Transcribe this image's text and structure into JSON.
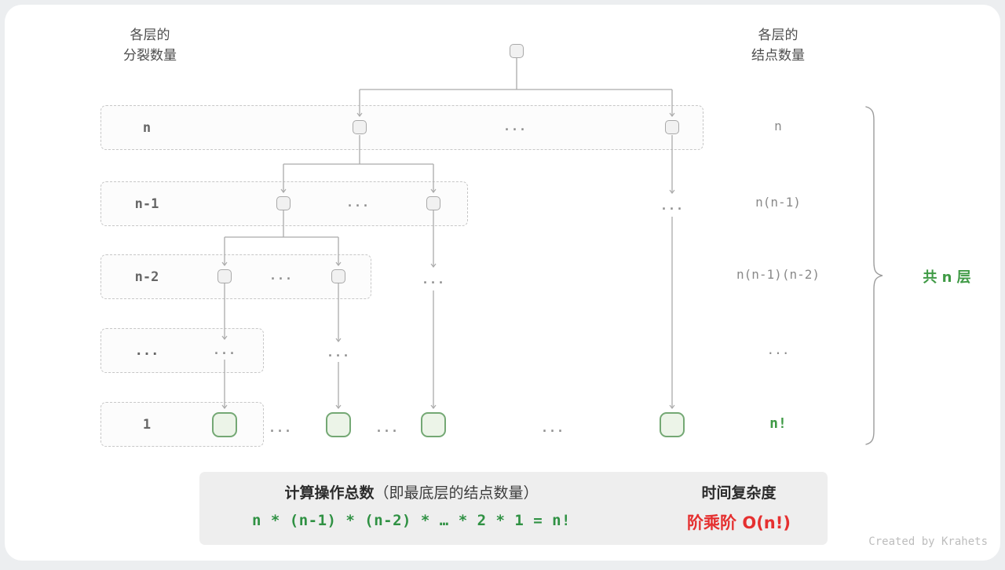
{
  "header": {
    "left_title_line1": "各层的",
    "left_title_line2": "分裂数量",
    "right_title_line1": "各层的",
    "right_title_line2": "结点数量"
  },
  "levels": [
    {
      "split_label": "n",
      "node_count_label": "n"
    },
    {
      "split_label": "n-1",
      "node_count_label": "n(n-1)"
    },
    {
      "split_label": "n-2",
      "node_count_label": "n(n-1)(n-2)"
    },
    {
      "split_label": "...",
      "node_count_label": "..."
    },
    {
      "split_label": "1",
      "node_count_label": "n!"
    }
  ],
  "ellipsis": "...",
  "brace_label": "共 n 层",
  "summary": {
    "title_bold": "计算操作总数",
    "title_note": "（即最底层的结点数量）",
    "formula": "n * (n-1) * (n-2) * … * 2 * 1 = n!",
    "complexity_title": "时间复杂度",
    "complexity_value": "阶乘阶 O(n!)"
  },
  "credit": "Created by Krahets",
  "colors": {
    "green_text": "#3f9a45",
    "red_text": "#e53030",
    "node_border": "#a9a9a9",
    "green_node_border": "#74a874",
    "arrow": "#ababab"
  }
}
